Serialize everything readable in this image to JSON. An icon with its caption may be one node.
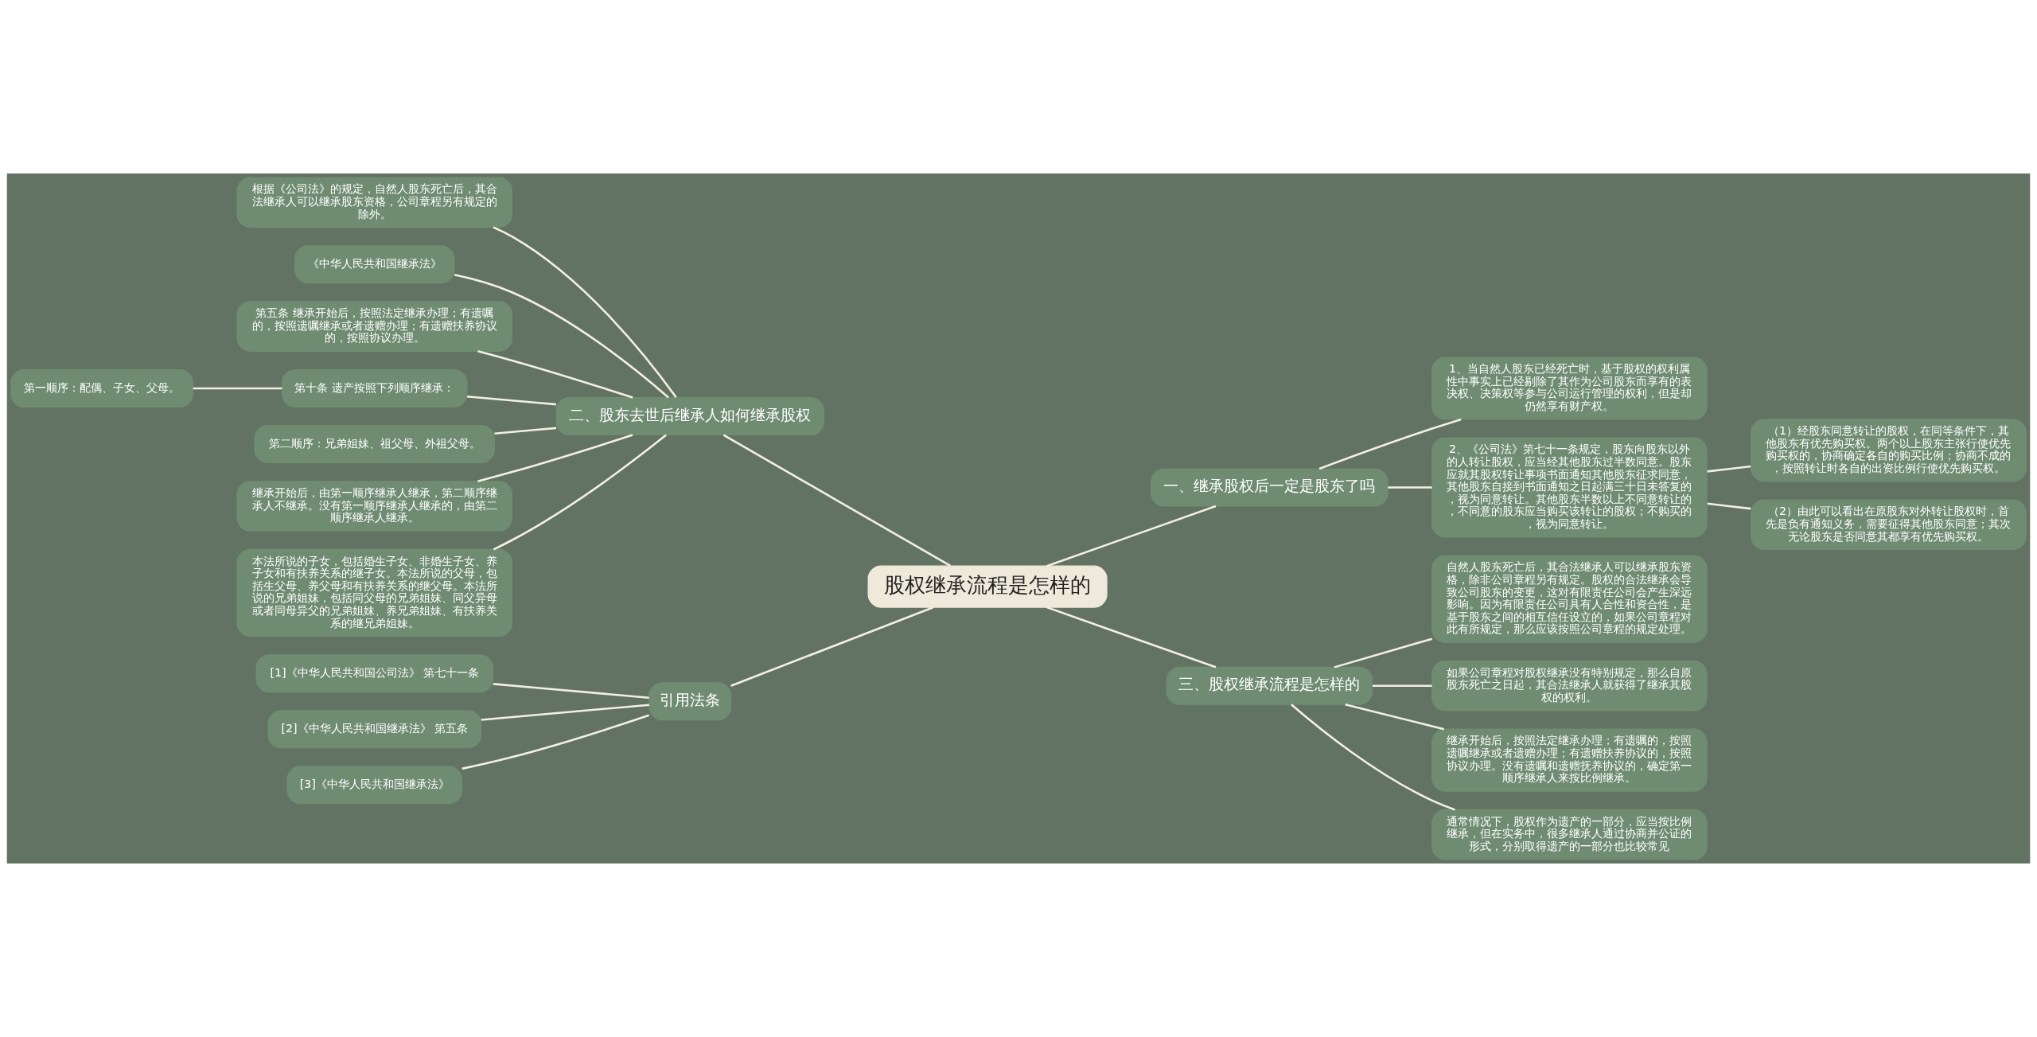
{
  "diagram": {
    "nodes": [
      {
        "text": [
          "股权继承流程是怎样的"
        ]
      },
      {
        "text": [
          "二、股东去世后继承人如何继承股权"
        ]
      },
      {
        "text": [
          "根据《公司法》的规定，自然人股东死亡后，其合法继承人可以继承股东资格，公司章程另有规定的除外。"
        ]
      },
      {
        "text": [
          "《中华人民共和国继承法》"
        ]
      },
      {
        "text": [
          "第五条 继承开始后，按照法定继承办理；有遗嘱的，按照遗嘱继承或者遗赠办理；有遗赠扶养协议的，按照协议办理。"
        ]
      },
      {
        "text": [
          "第十条 遗产按照下列顺序继承："
        ]
      },
      {
        "text": [
          "第一顺序：配偶、子女、父母。"
        ]
      },
      {
        "text": [
          "第二顺序：兄弟姐妹、祖父母、外祖父母。"
        ]
      },
      {
        "text": [
          "继承开始后，由第一顺序继承人继承，第二顺序继承人不继承。没有第一顺序继承人继承的，由第二顺序继承人继承。"
        ]
      },
      {
        "text": [
          "本法所说的子女，包括婚生子女、非婚生子女、养子女和有扶养关系的继子女。本法所说的父母，包括生父母、养父母和有扶养关系的继父母。本法所说的兄弟姐妹，包括同父母的兄弟姐妹、同父异母或者同母异父的兄弟姐妹、养兄弟姐妹、有扶养关系的继兄弟姐妹。"
        ]
      },
      {
        "text": [
          "引用法条"
        ]
      },
      {
        "text": [
          "[1]《中华人民共和国公司法》 第七十一条"
        ]
      },
      {
        "text": [
          "[2]《中华人民共和国继承法》 第五条"
        ]
      },
      {
        "text": [
          "[3]《中华人民共和国继承法》"
        ]
      },
      {
        "text": [
          "一、继承股权后一定是股东了吗"
        ]
      },
      {
        "text": [
          "1、当自然人股东已经死亡时，基于股权的权利属性中事实上已经剔除了其作为公司股东而享有的表决权、决策权等参与公司运行管理的权利，但是却仍然享有财产权。"
        ]
      },
      {
        "text": [
          "2、《公司法》第七十一条规定，股东向股东以外的人转让股权，应当经其他股东过半数同意。股东应就其股权转让事项书面通知其他股东征求同意，其他股东自接到书面通知之日起满三十日未答复的，视为同意转让。其他股东半数以上不同意转让的，不同意的股东应当购买该转让的股权；不购买的，视为同意转让。"
        ]
      },
      {
        "text": [
          "（1）经股东同意转让的股权，在同等条件下，其他股东有优先购买权。两个以上股东主张行使优先购买权的，协商确定各自的购买比例；协商不成的，按照转让时各自的出资比例行使优先购买权。"
        ]
      },
      {
        "text": [
          "（2）由此可以看出在原股东对外转让股权时，首先是负有通知义务，需要征得其他股东同意；其次无论股东是否同意其都享有优先购买权。"
        ]
      },
      {
        "text": [
          "三、股权继承流程是怎样的"
        ]
      },
      {
        "text": [
          "自然人股东死亡后，其合法继承人可以继承股东资格，除非公司章程另有规定。股权的合法继承会导致公司股东的变更，这对有限责任公司会产生深远影响。因为有限责任公司具有人合性和资合性，是基于股东之间的相互信任设立的，如果公司章程对此有所规定，那么应该按照公司章程的规定处理。"
        ]
      },
      {
        "text": [
          "如果公司章程对股权继承没有特别规定，那么自原股东死亡之日起，其合法继承人就获得了继承其股权的权利。"
        ]
      },
      {
        "text": [
          "继承开始后，按照法定继承办理；有遗嘱的，按照遗嘱继承或者遗赠办理；有遗赠扶养协议的，按照协议办理。没有遗嘱和遗赠抚养协议的，确定第一顺序继承人来按比例继承。"
        ]
      },
      {
        "text": [
          "通常情况下，股权作为遗产的一部分，应当按比例继承，但在实务中，很多继承人通过协商并公证的形式，分别取得遗产的一部分也比较常见"
        ]
      }
    ],
    "edges": [
      {
        "from": 1,
        "to": 0,
        "arrow": "none"
      },
      {
        "from": 2,
        "to": 1,
        "arrow": "none"
      },
      {
        "from": 3,
        "to": 1,
        "arrow": "none"
      },
      {
        "from": 4,
        "to": 1,
        "arrow": "none"
      },
      {
        "from": 5,
        "to": 1,
        "arrow": "none"
      },
      {
        "from": 6,
        "to": 5,
        "arrow": "none"
      },
      {
        "from": 7,
        "to": 1,
        "arrow": "none"
      },
      {
        "from": 8,
        "to": 1,
        "arrow": "none"
      },
      {
        "from": 9,
        "to": 1,
        "arrow": "none"
      },
      {
        "from": 10,
        "to": 0,
        "arrow": "none"
      },
      {
        "from": 11,
        "to": 10,
        "arrow": "none"
      },
      {
        "from": 12,
        "to": 10,
        "arrow": "none"
      },
      {
        "from": 13,
        "to": 10,
        "arrow": "none"
      },
      {
        "from": 0,
        "to": 14,
        "arrow": "none"
      },
      {
        "from": 14,
        "to": 15,
        "arrow": "none"
      },
      {
        "from": 14,
        "to": 16,
        "arrow": "none"
      },
      {
        "from": 16,
        "to": 17,
        "arrow": "none"
      },
      {
        "from": 16,
        "to": 18,
        "arrow": "none"
      },
      {
        "from": 0,
        "to": 19,
        "arrow": "none"
      },
      {
        "from": 19,
        "to": 20,
        "arrow": "none"
      },
      {
        "from": 19,
        "to": 21,
        "arrow": "none"
      },
      {
        "from": 19,
        "to": 22,
        "arrow": "none"
      },
      {
        "from": 19,
        "to": 23,
        "arrow": "none"
      }
    ]
  }
}
